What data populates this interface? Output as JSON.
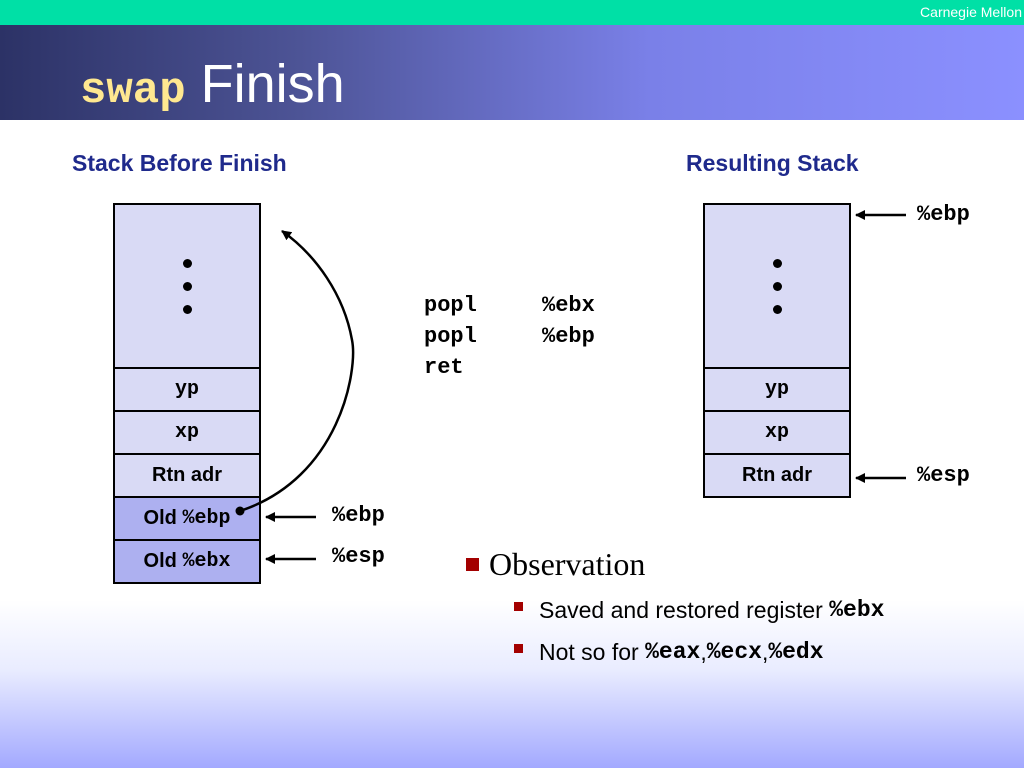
{
  "header": {
    "org": "Carnegie Mellon",
    "title_code": "swap",
    "title_text": " Finish"
  },
  "left_stack": {
    "heading": "Stack Before Finish",
    "cells": [
      {
        "label": ""
      },
      {
        "label": "yp"
      },
      {
        "label": "xp"
      },
      {
        "label": "Rtn adr"
      },
      {
        "label_prefix": "Old ",
        "label_reg": "%ebp"
      },
      {
        "label_prefix": "Old ",
        "label_reg": "%ebx"
      }
    ],
    "ebp_label": "%ebp",
    "esp_label": "%esp"
  },
  "code": [
    {
      "op": "popl",
      "arg": "%ebx"
    },
    {
      "op": "popl",
      "arg": "%ebp"
    },
    {
      "op": "ret",
      "arg": ""
    }
  ],
  "right_stack": {
    "heading": "Resulting Stack",
    "cells": [
      {
        "label": ""
      },
      {
        "label": "yp"
      },
      {
        "label": "xp"
      },
      {
        "label": "Rtn adr"
      }
    ],
    "ebp_label": "%ebp",
    "esp_label": "%esp"
  },
  "observation": {
    "title": "Observation",
    "items": [
      {
        "text": "Saved and restored register ",
        "regs": [
          "%ebx"
        ]
      },
      {
        "text": "Not so for ",
        "regs": [
          "%eax",
          "%ecx",
          "%edx"
        ]
      }
    ]
  }
}
